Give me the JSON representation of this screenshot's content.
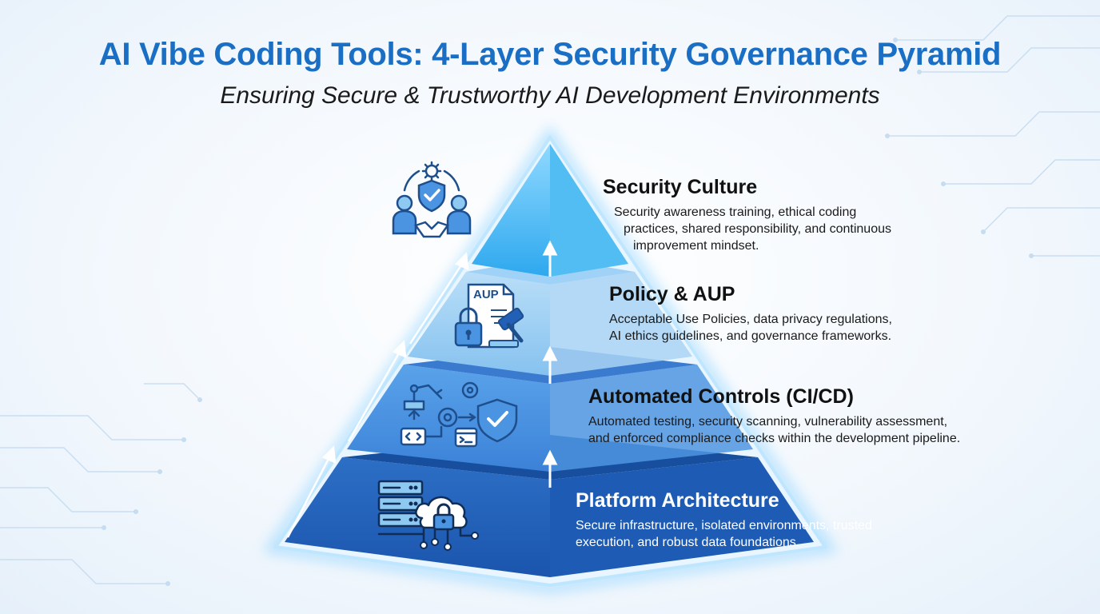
{
  "header": {
    "title": "AI Vibe Coding Tools: 4-Layer Security Governance Pyramid",
    "subtitle": "Ensuring Secure & Trustworthy AI Development Environments"
  },
  "layers": [
    {
      "title": "Security Culture",
      "desc_lines": [
        "Security awareness training, ethical coding",
        "practices, shared responsibility, and continuous",
        "improvement mindset."
      ],
      "icon": "team-handshake-shield-icon"
    },
    {
      "title": "Policy & AUP",
      "desc_lines": [
        "Acceptable Use Policies, data privacy regulations,",
        "AI ethics guidelines, and governance frameworks."
      ],
      "icon": "policy-document-gavel-icon",
      "icon_label": "AUP"
    },
    {
      "title": "Automated Controls (CI/CD)",
      "desc_lines": [
        "Automated testing, security scanning, vulnerability assessment,",
        "and enforced compliance checks within the development pipeline."
      ],
      "icon": "automation-pipeline-icon"
    },
    {
      "title": "Platform Architecture",
      "desc_lines": [
        "Secure infrastructure, isolated environments, trusted",
        "execution, and robust data foundations."
      ],
      "icon": "server-cloud-lock-icon"
    }
  ],
  "colors": {
    "title": "#1a6fc4",
    "layer_1": "#3cb2ef",
    "layer_2": "#8ec9f2",
    "layer_3": "#4a94e2",
    "layer_4": "#2260b8",
    "icon_stroke": "#1e4f8c"
  }
}
